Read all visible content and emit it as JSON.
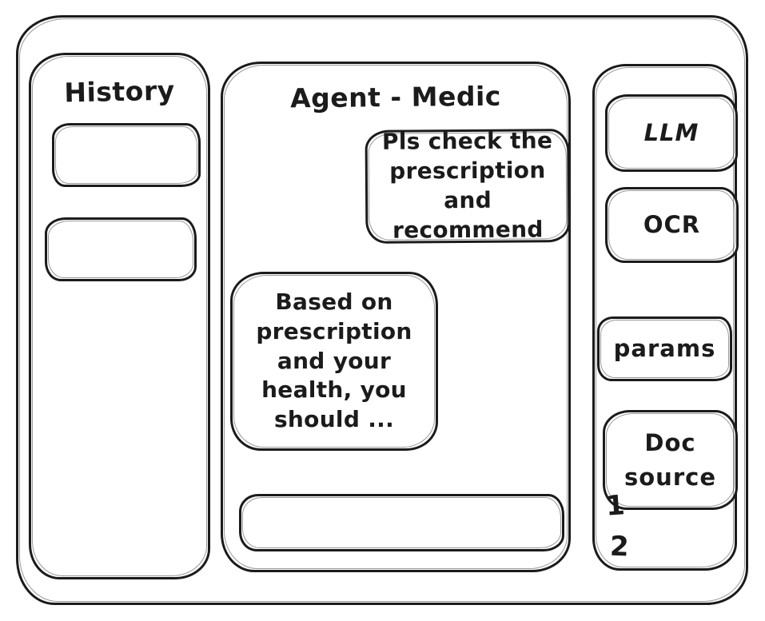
{
  "colors": {
    "stroke": "#1b1b1b",
    "background": "#ffffff"
  },
  "history": {
    "title": "History",
    "items": [
      "",
      ""
    ]
  },
  "chat": {
    "title": "Agent - Medic",
    "messages": [
      {
        "role": "user",
        "text": "Pls check the\nprescription\nand recommend"
      },
      {
        "role": "assistant",
        "text": "Based on\nprescription\nand your\nhealth, you\nshould ..."
      }
    ],
    "input": {
      "value": "",
      "placeholder": ""
    }
  },
  "tools": {
    "items": [
      {
        "label": "LLM"
      },
      {
        "label": "OCR"
      },
      {
        "label": "params"
      },
      {
        "label": "Doc\nsource"
      }
    ],
    "footnotes": [
      "1",
      "2"
    ]
  }
}
